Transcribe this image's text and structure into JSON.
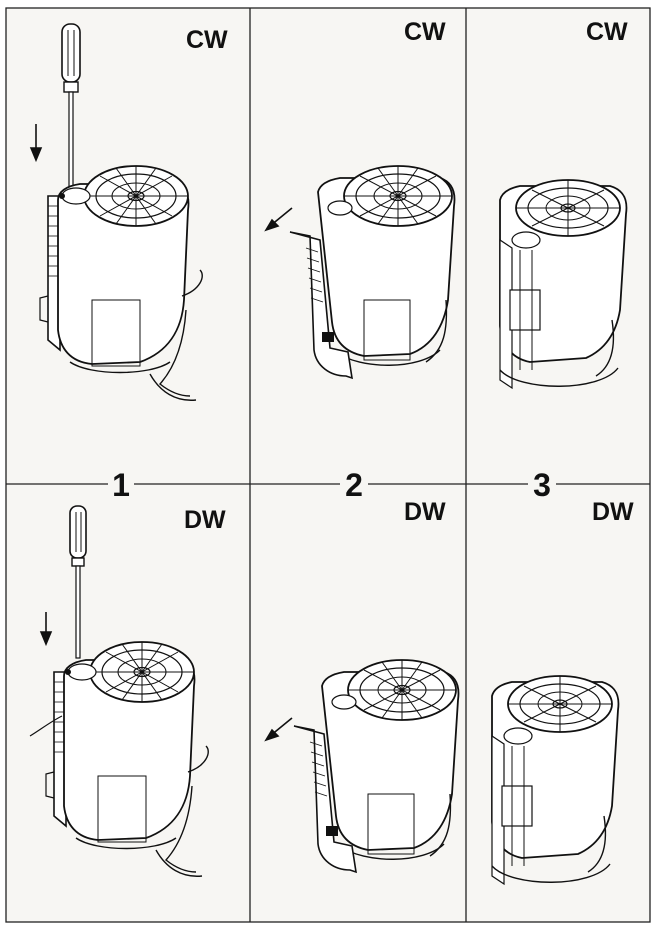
{
  "panels": [
    {
      "row": "top",
      "label": "CW"
    },
    {
      "row": "top",
      "label": "CW"
    },
    {
      "row": "top",
      "label": "CW"
    },
    {
      "row": "bottom",
      "label": "DW"
    },
    {
      "row": "bottom",
      "label": "DW"
    },
    {
      "row": "bottom",
      "label": "DW"
    }
  ],
  "steps": [
    "1",
    "2",
    "3"
  ],
  "colors": {
    "line": "#111111",
    "panel_bg": "#f7f6f3",
    "border": "#222222"
  }
}
